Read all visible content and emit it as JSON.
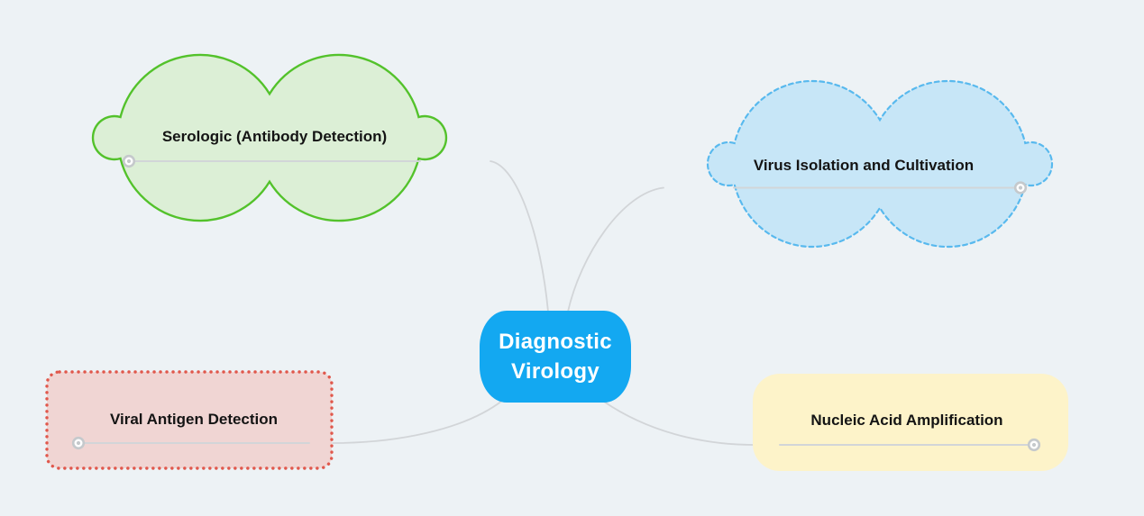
{
  "canvas": {
    "background_color": "#edf2f5",
    "connector_color": "#d2d5d8",
    "underline_color": "#d2d5d8",
    "handle_ring_color": "#c5c9cc",
    "handle_fill_color": "#ffffff",
    "label_text_color": "#141414"
  },
  "root_node": {
    "label": "Diagnostic Virology",
    "lines": [
      "Diagnostic",
      "Virology"
    ],
    "fill_color": "#13a8f1",
    "text_color": "#ffffff"
  },
  "branch_nodes": [
    {
      "label": "Serologic (Antibody Detection)",
      "shape": "cloud",
      "border_style": "solid",
      "fill_color": "#dcefd6",
      "border_color": "#53c22b",
      "handle_side": "left"
    },
    {
      "label": "Virus Isolation and Cultivation",
      "shape": "cloud",
      "border_style": "dashed",
      "fill_color": "#c7e6f7",
      "border_color": "#58b9ee",
      "handle_side": "right"
    },
    {
      "label": "Viral Antigen Detection",
      "shape": "rounded-rectangle",
      "border_style": "dotted",
      "fill_color": "#f0d5d3",
      "border_color": "#e0584c",
      "handle_side": "left"
    },
    {
      "label": "Nucleic Acid Amplification",
      "shape": "rounded-rectangle",
      "border_style": "none",
      "fill_color": "#fdf3c9",
      "border_color": "none",
      "handle_side": "right"
    }
  ]
}
